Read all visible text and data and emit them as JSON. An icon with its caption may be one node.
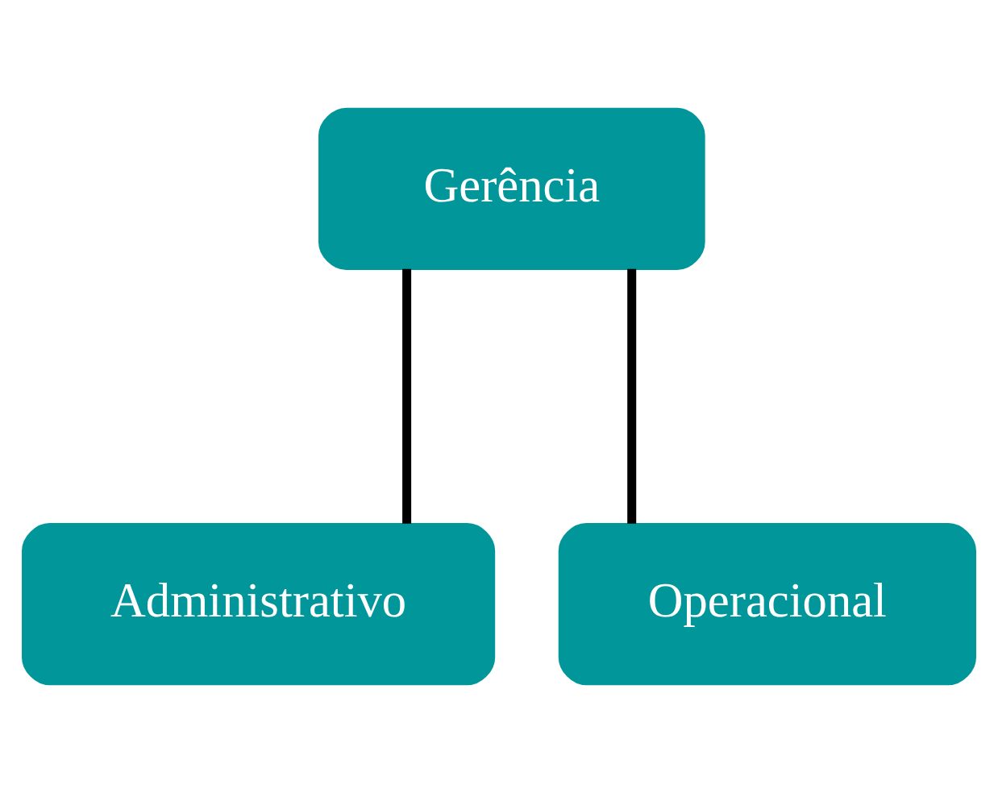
{
  "diagram": {
    "nodes": [
      {
        "text": [
          "Gerência"
        ]
      },
      {
        "text": [
          "Administrativo"
        ]
      },
      {
        "text": [
          "Operacional"
        ]
      }
    ],
    "edges": [
      {
        "from": 0,
        "to": 1,
        "arrow": "none"
      },
      {
        "from": 0,
        "to": 2,
        "arrow": "none"
      }
    ]
  }
}
